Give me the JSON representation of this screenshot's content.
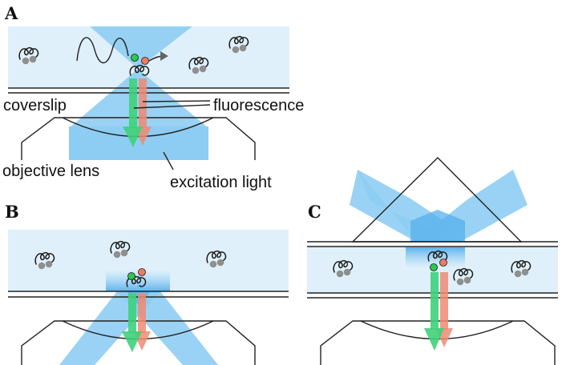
{
  "panels": {
    "a": "A",
    "b": "B",
    "c": "C"
  },
  "labels": {
    "coverslip": "coverslip",
    "fluorescence": "fluorescence",
    "objective_lens": "objective lens",
    "excitation_light": "excitation light"
  },
  "colors": {
    "sample": "#dff0fb",
    "beam": "#8ecdf3",
    "beam_dark": "#55b0ec",
    "green_emission": "#3ed27a",
    "red_emission": "#f08a72",
    "green_dot": "#2ec84a",
    "red_dot": "#f07a62",
    "grey_dot": "#8f8f8f"
  }
}
